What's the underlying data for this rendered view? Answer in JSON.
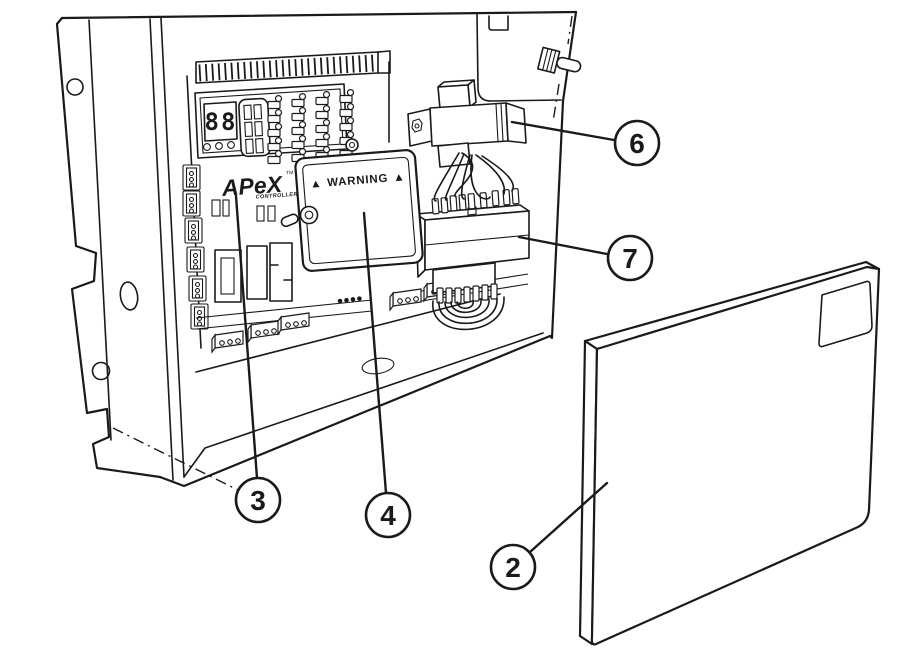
{
  "diagram": {
    "colors": {
      "ink": "#1a1a1a",
      "background": "#ffffff"
    },
    "board": {
      "display_value": "88",
      "brand": "APeX",
      "brand_trademark": "TM",
      "brand_subtitle": "CONTROLLER"
    },
    "warning_cover": {
      "hazard_symbol": "▲",
      "label": "WARNING"
    },
    "callouts": [
      {
        "number": "2"
      },
      {
        "number": "3"
      },
      {
        "number": "4"
      },
      {
        "number": "6"
      },
      {
        "number": "7"
      }
    ]
  }
}
